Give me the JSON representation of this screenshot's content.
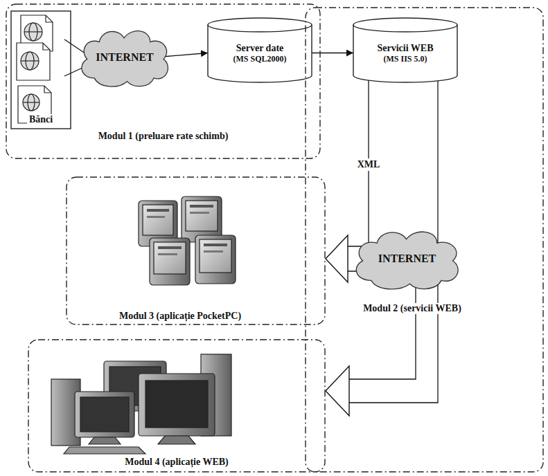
{
  "diagram": {
    "nodes": [
      {
        "text": [
          "Modul 1 (preluare rate schimb)"
        ]
      },
      {
        "text": [
          "Bănci"
        ],
        "in": 0
      },
      {
        "text": [
          "INTERNET"
        ],
        "in": 0
      },
      {
        "text": [
          "Server date",
          "(MS SQL2000)"
        ],
        "in": 0
      },
      {
        "text": [
          "Modul 2 (servicii WEB)"
        ]
      },
      {
        "text": [
          "Servicii WEB",
          "(MS IIS 5.0)"
        ],
        "in": 4
      },
      {
        "text": [
          "INTERNET"
        ],
        "in": 4
      },
      {
        "text": [
          "Modul 3 (aplicație PocketPC)"
        ]
      },
      {
        "text": [
          "Modul 4 (aplicație WEB)"
        ]
      }
    ],
    "edges": [
      {
        "from": 1,
        "to": 2,
        "arrow": "none"
      },
      {
        "from": 2,
        "to": 3,
        "arrow": "to"
      },
      {
        "from": 3,
        "to": 5,
        "arrow": "to"
      },
      {
        "from": 5,
        "to": 6,
        "label": "XML",
        "arrow": "none"
      },
      {
        "from": 6,
        "to": 7,
        "arrow": "to"
      },
      {
        "from": 6,
        "to": 8,
        "arrow": "to"
      }
    ]
  }
}
